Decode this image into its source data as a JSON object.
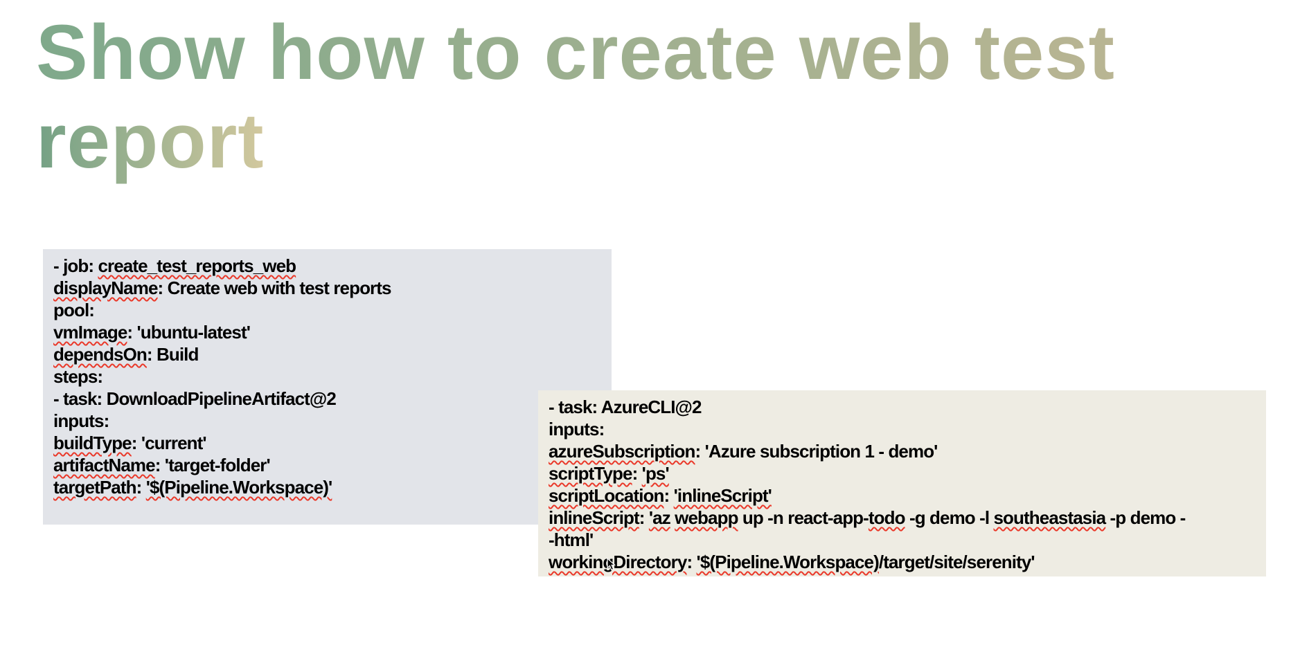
{
  "title": {
    "lines": [
      "Show how to create web test",
      "report"
    ]
  },
  "code_blocks": [
    {
      "name": "download-artifact-yaml",
      "background": "#e2e4e9",
      "lines": [
        [
          {
            "t": "- job: "
          },
          {
            "t": "create_test_reports_web",
            "w": true
          }
        ],
        [
          {
            "t": "displayName",
            "w": true
          },
          {
            "t": ": Create web with test reports"
          }
        ],
        [
          {
            "t": "pool:"
          }
        ],
        [
          {
            "t": "vmImage",
            "w": true
          },
          {
            "t": ": 'ubuntu-latest'"
          }
        ],
        [
          {
            "t": "dependsOn",
            "w": true
          },
          {
            "t": ": Build"
          }
        ],
        [
          {
            "t": "steps:"
          }
        ],
        [
          {
            "t": "- task: DownloadPipelineArtifact@2"
          }
        ],
        [
          {
            "t": "inputs:"
          }
        ],
        [
          {
            "t": "buildType",
            "w": true
          },
          {
            "t": ": 'current'"
          }
        ],
        [
          {
            "t": "artifactName",
            "w": true
          },
          {
            "t": ": 'target-folder'"
          }
        ],
        [
          {
            "t": "targetPath",
            "w": true
          },
          {
            "t": ": "
          },
          {
            "t": "'$(Pipeline.Workspace)'",
            "w": true
          }
        ]
      ]
    },
    {
      "name": "azure-cli-yaml",
      "background": "#eeece3",
      "lines": [
        [
          {
            "t": "- task: AzureCLI@2"
          }
        ],
        [
          {
            "t": "inputs:"
          }
        ],
        [
          {
            "t": "azureSubscription",
            "w": true
          },
          {
            "t": ": 'Azure subscription 1 - demo'"
          }
        ],
        [
          {
            "t": "scriptType",
            "w": true
          },
          {
            "t": ": "
          },
          {
            "t": "'ps'",
            "w": true
          }
        ],
        [
          {
            "t": "scriptLocation",
            "w": true
          },
          {
            "t": ": "
          },
          {
            "t": "'inlineScript'",
            "w": true
          }
        ],
        [
          {
            "t": "inlineScript",
            "w": true
          },
          {
            "t": ": "
          },
          {
            "t": "'az",
            "w": true
          },
          {
            "t": " "
          },
          {
            "t": "webapp",
            "w": true
          },
          {
            "t": " up -n react-app-"
          },
          {
            "t": "todo",
            "w": true
          },
          {
            "t": " -g demo -l "
          },
          {
            "t": "southeastasia",
            "w": true
          },
          {
            "t": " -p demo -"
          }
        ],
        [
          {
            "t": "-html'"
          }
        ],
        [
          {
            "t": "workingDirectory",
            "w": true
          },
          {
            "t": ": "
          },
          {
            "t": "'$(Pipeline.Workspace)",
            "w": true
          },
          {
            "t": "/target/site/serenity'"
          }
        ]
      ]
    }
  ],
  "theme": {
    "title-g1-start": "#7fa98b",
    "title-g1-end": "#b9b593",
    "title-g2-start": "#74a185",
    "title-g2-end": "#d2c89e",
    "block1-bg": "#e2e4e9",
    "block2-bg": "#eeece3",
    "wavy-color": "#ea3829",
    "code-color": "#000000"
  }
}
